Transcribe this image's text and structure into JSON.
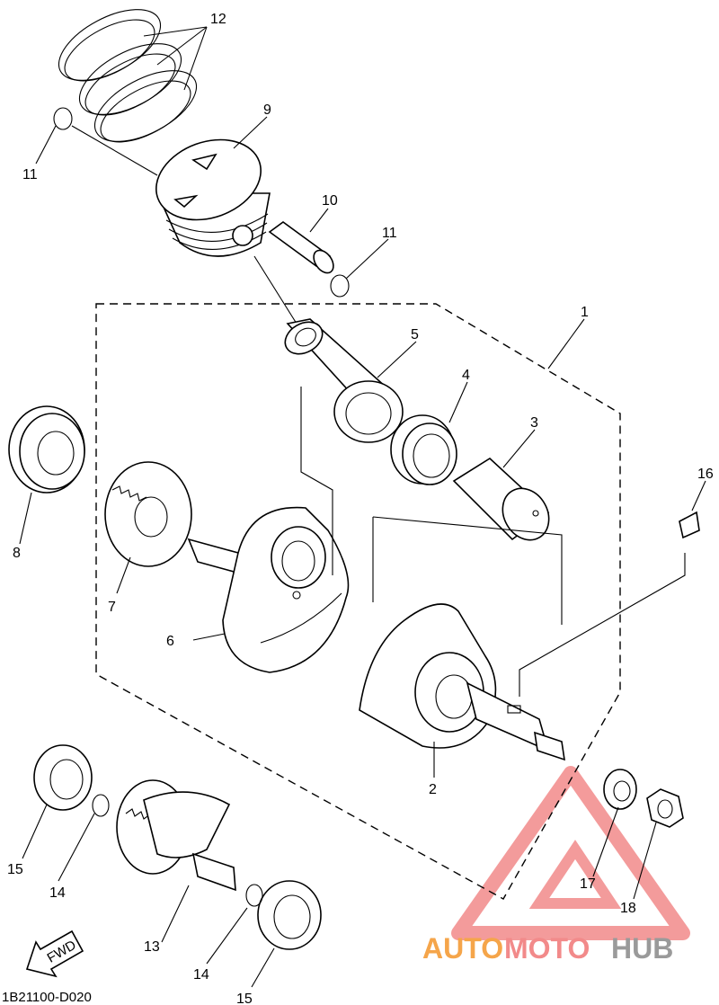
{
  "diagram_code": "1B21100-D020",
  "fwd_label": "FWD",
  "watermark": {
    "part1": "AUTO",
    "part2": "MOTO",
    "part3": "HUB",
    "color_orange": "#f5a54a",
    "color_red": "#f28a8a",
    "color_gray": "#9a9a9a"
  },
  "callouts": {
    "c1": "1",
    "c2": "2",
    "c3": "3",
    "c4": "4",
    "c5": "5",
    "c6": "6",
    "c7": "7",
    "c8": "8",
    "c9": "9",
    "c10": "10",
    "c11a": "11",
    "c11b": "11",
    "c12": "12",
    "c13": "13",
    "c14a": "14",
    "c14b": "14",
    "c15a": "15",
    "c15b": "15",
    "c16": "16",
    "c17": "17",
    "c18": "18"
  }
}
